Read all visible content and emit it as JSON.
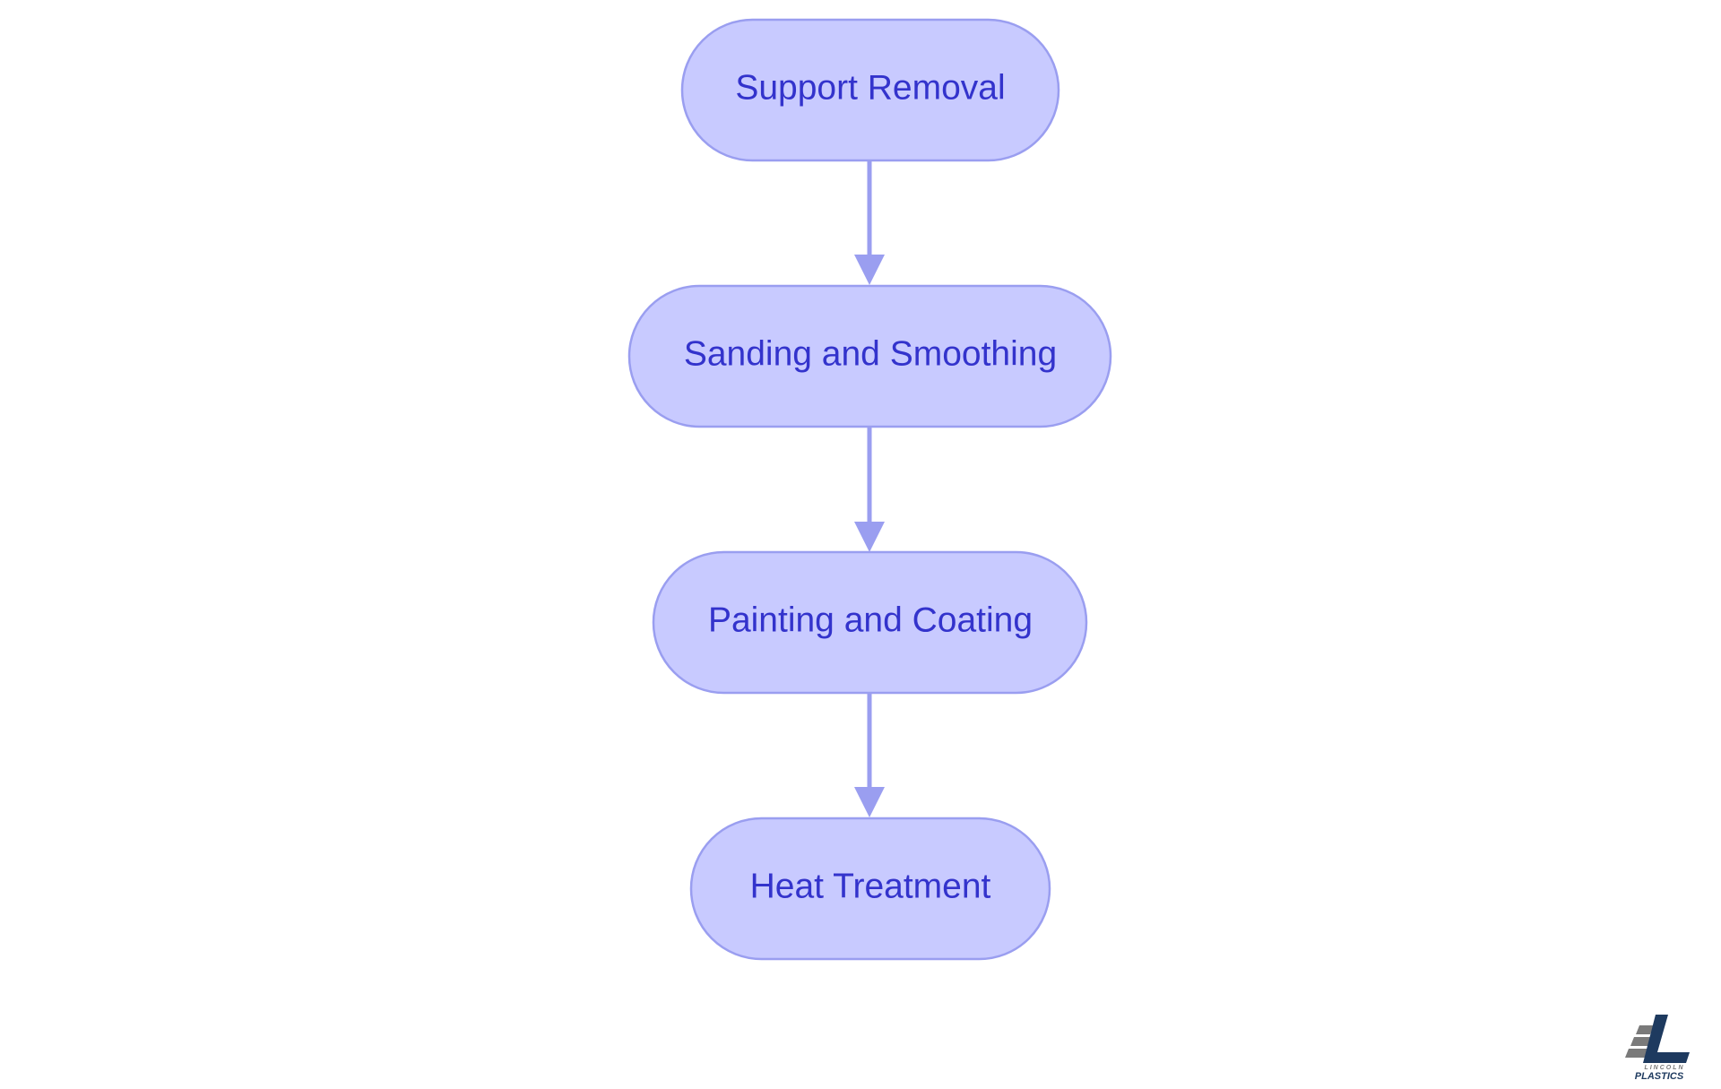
{
  "diagram": {
    "type": "flowchart",
    "direction": "top-to-bottom",
    "colors": {
      "node_fill": "#c8caff",
      "node_stroke": "#9a9ef0",
      "node_text": "#3333cc",
      "edge": "#9a9ef0"
    },
    "nodes": [
      {
        "id": "support-removal",
        "label": "Support Removal"
      },
      {
        "id": "sanding-smoothing",
        "label": "Sanding and Smoothing"
      },
      {
        "id": "painting-coating",
        "label": "Painting and Coating"
      },
      {
        "id": "heat-treatment",
        "label": "Heat Treatment"
      }
    ],
    "edges": [
      {
        "from": "support-removal",
        "to": "sanding-smoothing"
      },
      {
        "from": "sanding-smoothing",
        "to": "painting-coating"
      },
      {
        "from": "painting-coating",
        "to": "heat-treatment"
      }
    ]
  },
  "logo": {
    "line1": "LINCOLN",
    "line2": "PLASTICS",
    "colors": {
      "primary": "#1e3a5f",
      "secondary": "#7a7a7a"
    }
  }
}
